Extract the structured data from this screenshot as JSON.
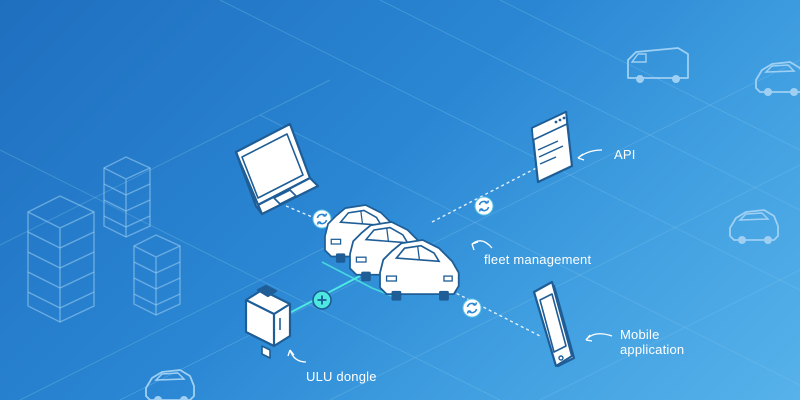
{
  "colors": {
    "background_start": "#1f6fbf",
    "background_end": "#57b2ea",
    "line": "#ffffff",
    "connector_accent": "#4de8e0",
    "faded_object": "#9fd0f3"
  },
  "labels": {
    "api": "API",
    "fleet_management": "fleet management",
    "mobile_application_line1": "Mobile",
    "mobile_application_line2": "application",
    "ulu_dongle": "ULU dongle"
  },
  "nodes": [
    {
      "name": "laptop",
      "icon": "laptop-icon"
    },
    {
      "name": "api-document",
      "icon": "document-icon"
    },
    {
      "name": "fleet-cars",
      "icon": "car-icon"
    },
    {
      "name": "mobile-phone",
      "icon": "smartphone-icon"
    },
    {
      "name": "ulu-dongle",
      "icon": "dongle-icon"
    }
  ],
  "connectors": [
    {
      "from": "laptop",
      "to": "fleet-cars",
      "style": "dashed",
      "badge": "sync-icon"
    },
    {
      "from": "api-document",
      "to": "fleet-cars",
      "style": "dashed",
      "badge": "sync-icon"
    },
    {
      "from": "mobile-phone",
      "to": "fleet-cars",
      "style": "dashed",
      "badge": "sync-icon"
    },
    {
      "from": "ulu-dongle",
      "to": "fleet-cars",
      "style": "solid",
      "badge": "plus-icon"
    }
  ]
}
